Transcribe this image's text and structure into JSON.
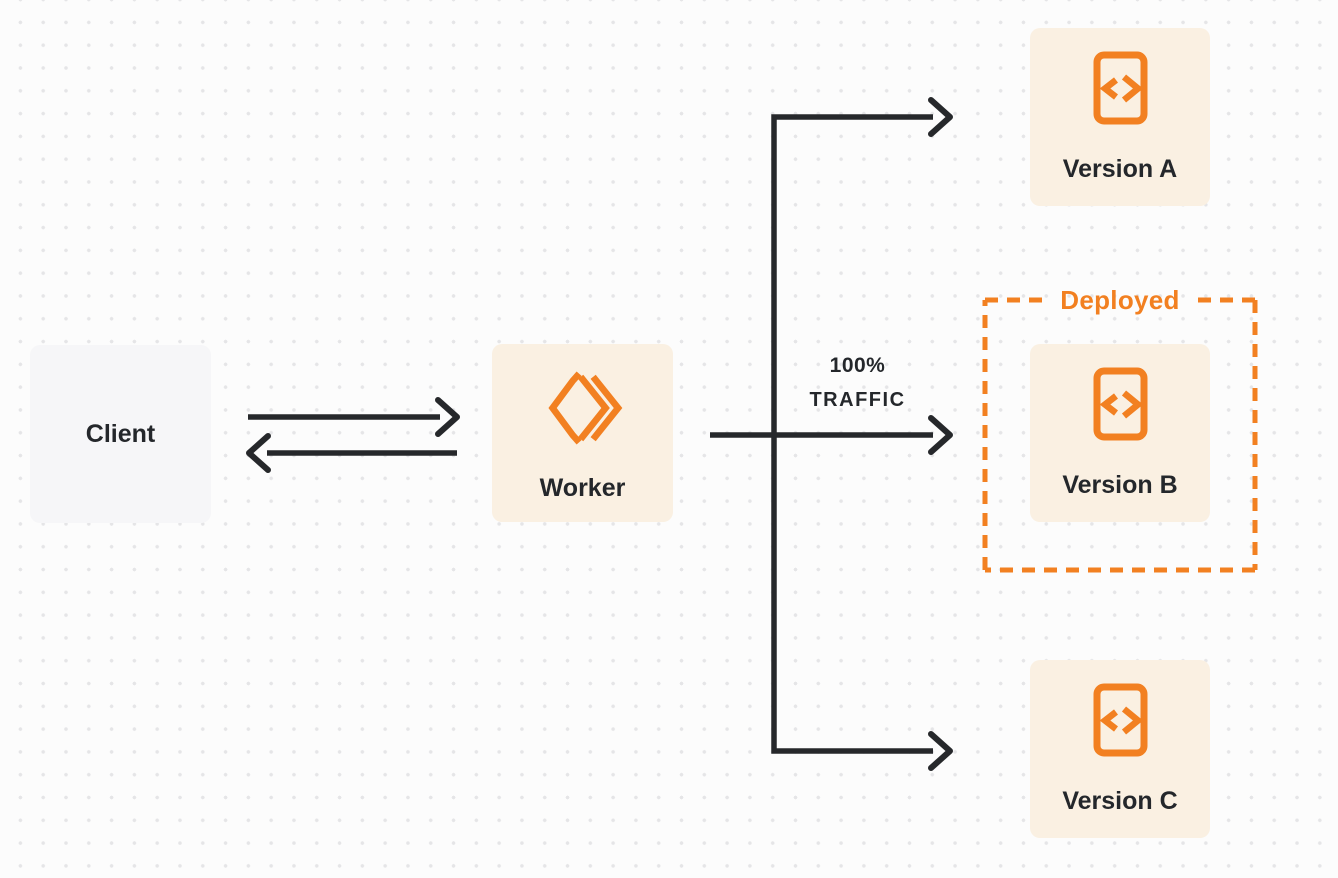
{
  "colors": {
    "background": "#FCFCFC",
    "dot": "#E5E5E7",
    "accent": "#F28021",
    "node_cream_bg": "#FAF0E2",
    "node_gray_bg": "#F6F6F8",
    "text": "#24272B",
    "arrow": "#26282B"
  },
  "nodes": {
    "client": {
      "label": "Client"
    },
    "worker": {
      "label": "Worker",
      "icon": "workers-logo-icon"
    },
    "version_a": {
      "label": "Version A",
      "icon": "code-file-icon"
    },
    "version_b": {
      "label": "Version B",
      "icon": "code-file-icon"
    },
    "version_c": {
      "label": "Version C",
      "icon": "code-file-icon"
    }
  },
  "annotations": {
    "deployed_label": "Deployed",
    "traffic_line1": "100%",
    "traffic_line2": "TRAFFIC"
  }
}
